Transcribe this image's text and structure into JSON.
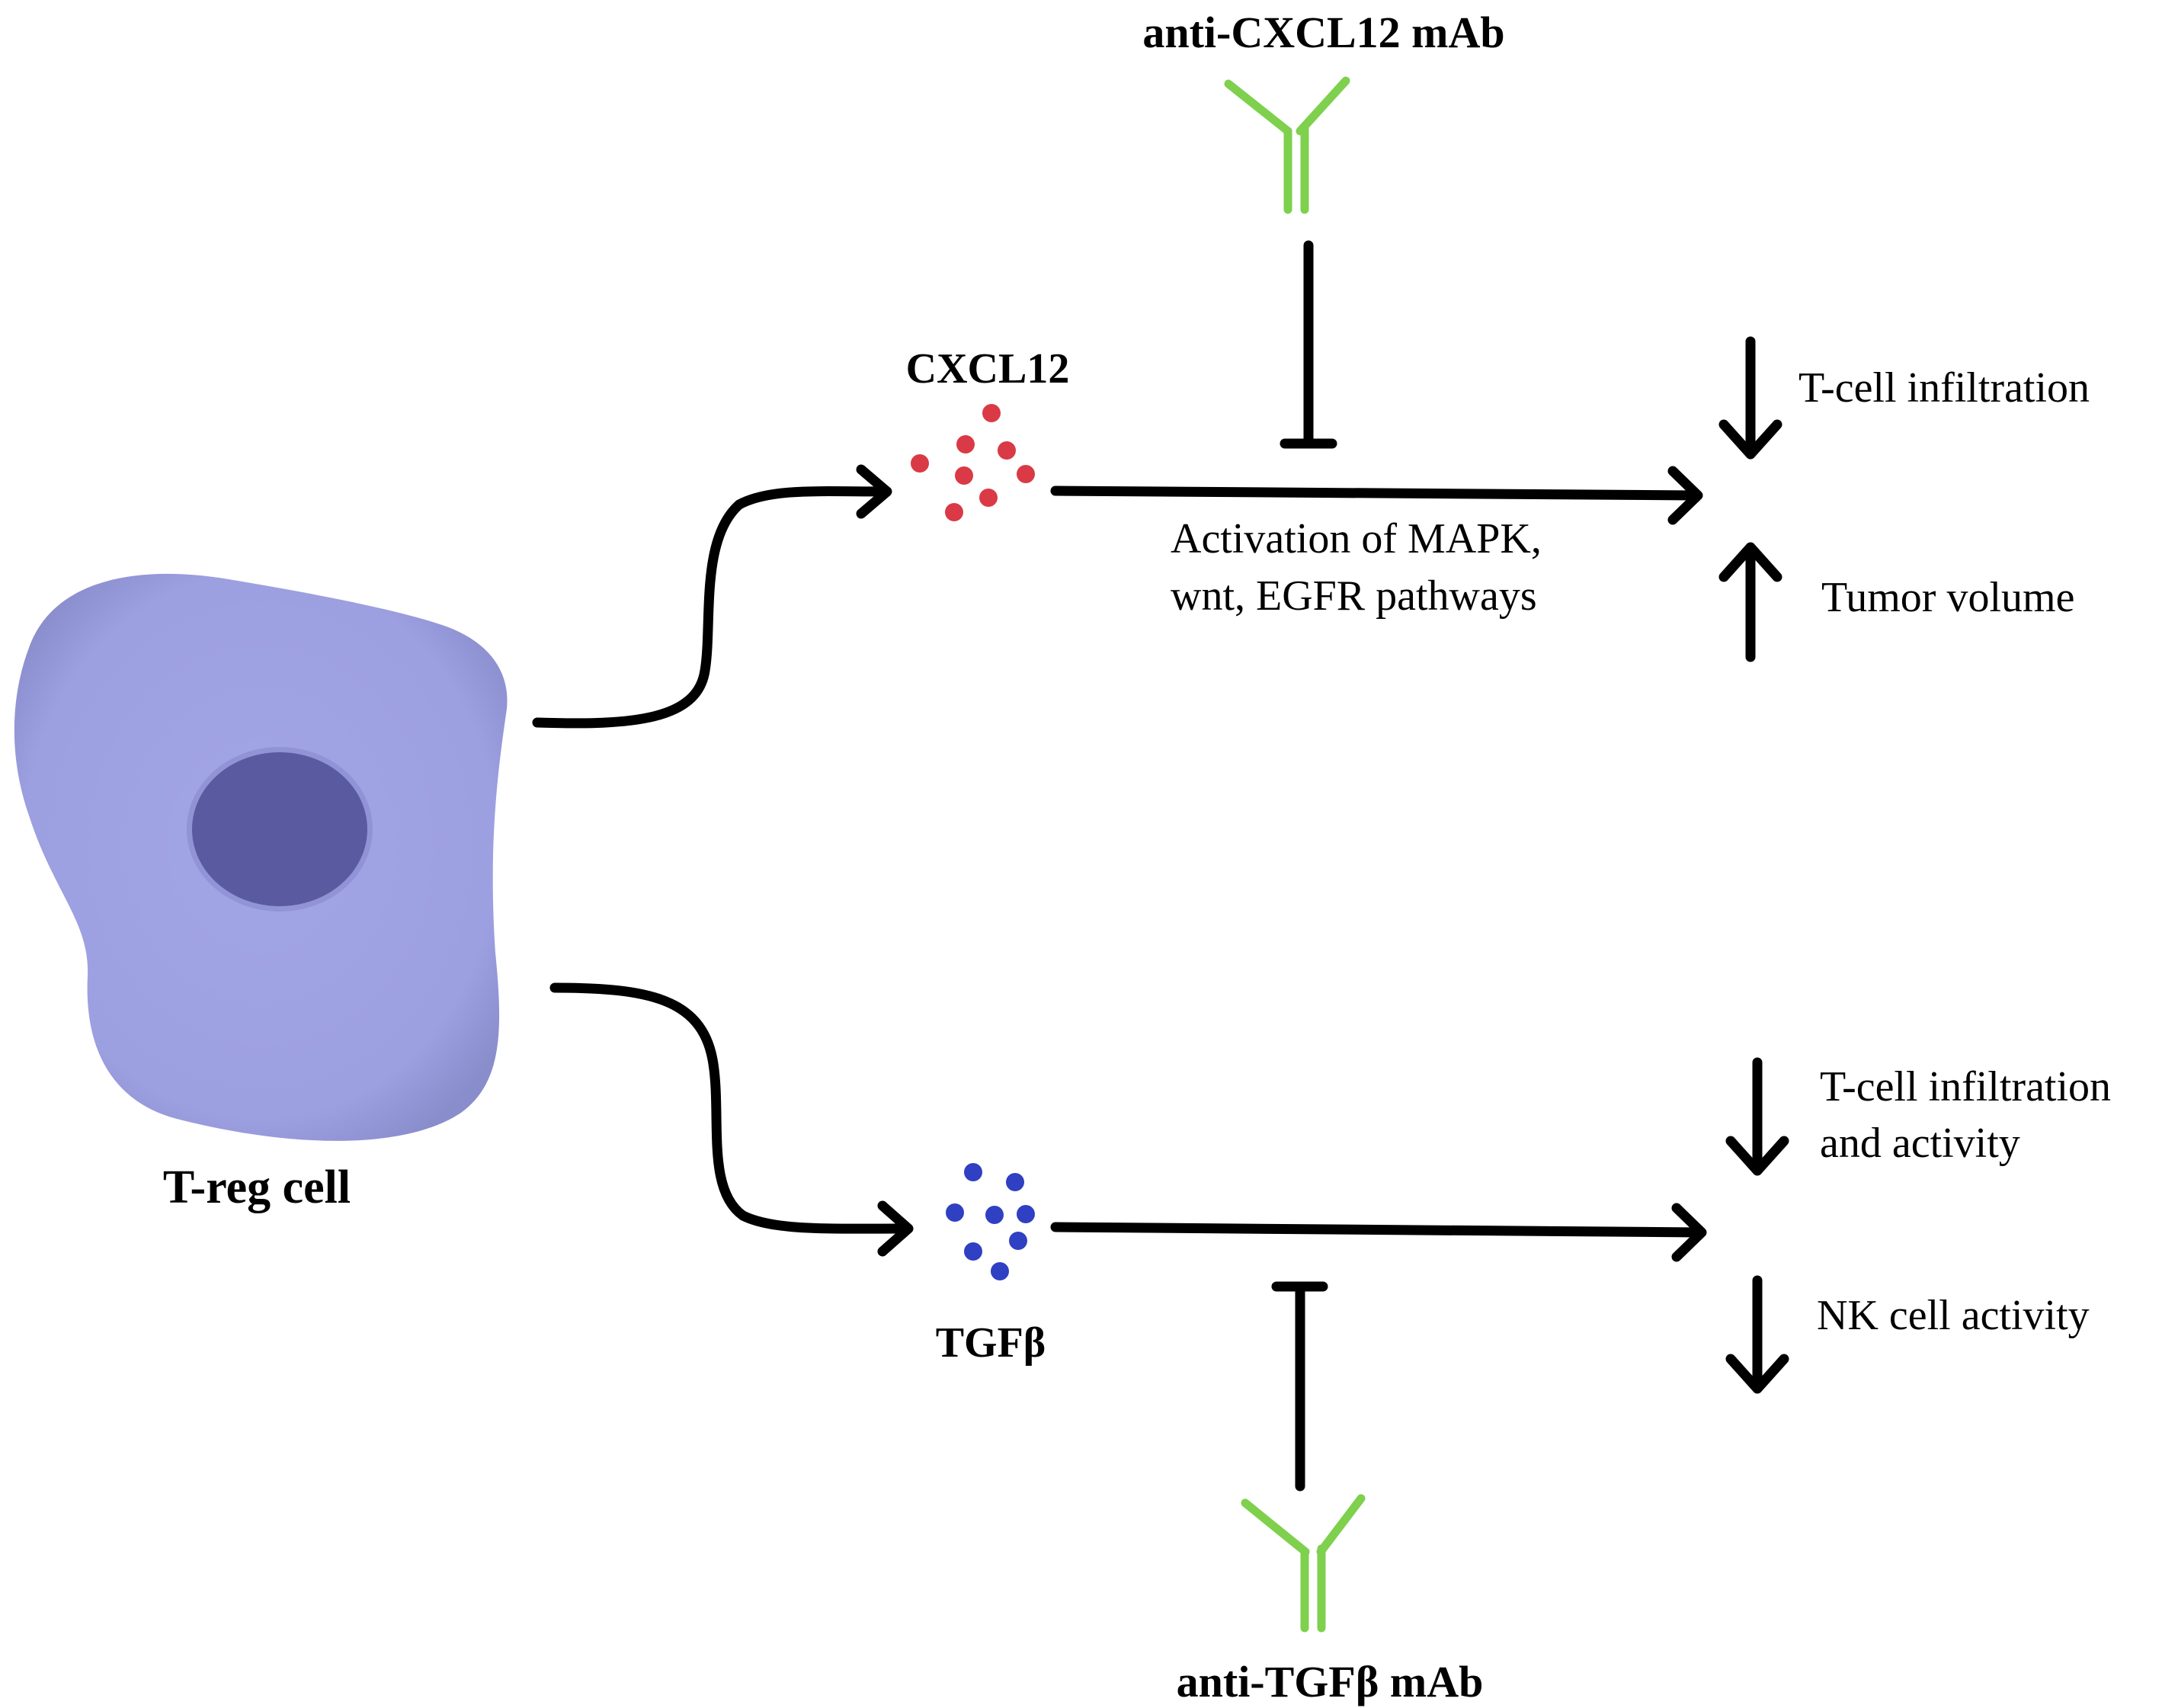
{
  "cell": {
    "label": "T-reg cell"
  },
  "top_pathway": {
    "ligand": "CXCL12",
    "antibody": "anti-CXCL12 mAb",
    "mechanism_lines": [
      "Activation of  MAPK,",
      "wnt, EGFR pathways"
    ],
    "effects": [
      {
        "direction": "down",
        "lines": [
          "T-cell infiltration"
        ]
      },
      {
        "direction": "up",
        "lines": [
          "Tumor volume"
        ]
      }
    ]
  },
  "bottom_pathway": {
    "ligand": "TGFβ",
    "antibody": "anti-TGFβ mAb",
    "effects": [
      {
        "direction": "down",
        "lines": [
          "T-cell infiltration",
          "and activity"
        ]
      },
      {
        "direction": "down",
        "lines": [
          "NK cell activity"
        ]
      }
    ]
  },
  "colors": {
    "cell_body": "#9c9fe0",
    "nucleus": "#5a5aa1",
    "cxcl12_dots": "#d93a45",
    "tgfb_dots": "#2f40c2",
    "antibody": "#7ed04d"
  }
}
